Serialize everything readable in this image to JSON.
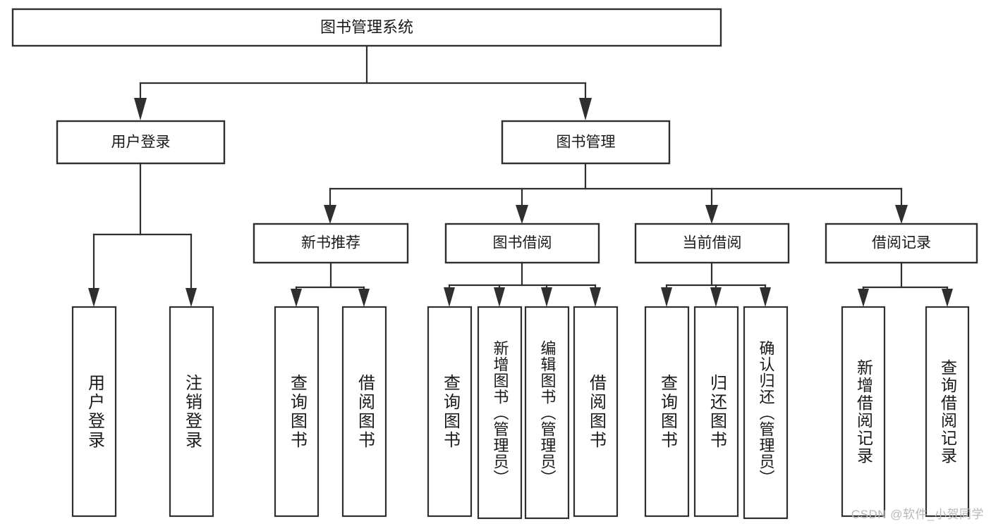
{
  "diagram": {
    "type": "tree",
    "title": "图书管理系统",
    "root": {
      "label": "图书管理系统"
    },
    "level2": [
      {
        "label": "用户登录"
      },
      {
        "label": "图书管理"
      }
    ],
    "level3": [
      {
        "label": "新书推荐"
      },
      {
        "label": "图书借阅"
      },
      {
        "label": "当前借阅"
      },
      {
        "label": "借阅记录"
      }
    ],
    "leaves": {
      "user_login": [
        {
          "label": "用户登录"
        },
        {
          "label": "注销登录"
        }
      ],
      "new_book": [
        {
          "label": "查询图书"
        },
        {
          "label": "借阅图书"
        }
      ],
      "book_borrow": [
        {
          "label": "查询图书"
        },
        {
          "label": "新增图书（管理员）"
        },
        {
          "label": "编辑图书（管理员）"
        },
        {
          "label": "借阅图书"
        }
      ],
      "current_borrow": [
        {
          "label": "查询图书"
        },
        {
          "label": "归还图书"
        },
        {
          "label": "确认归还（管理员）"
        }
      ],
      "borrow_record": [
        {
          "label": "新增借阅记录"
        },
        {
          "label": "查询借阅记录"
        }
      ]
    }
  },
  "watermark": {
    "text": "CSDN @软件_小贺同学"
  },
  "colors": {
    "stroke": "#2f2f2f",
    "fill": "#ffffff",
    "text": "#1a1a1a",
    "watermark": "#b8b8b8"
  }
}
